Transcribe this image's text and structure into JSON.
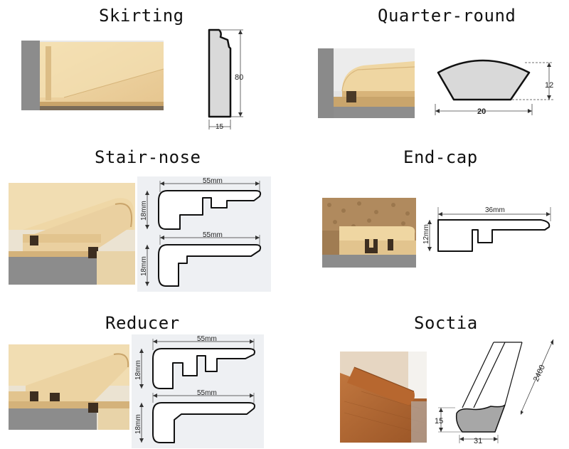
{
  "titles": {
    "skirting": "Skirting",
    "quarter_round": "Quarter-round",
    "stair_nose": "Stair-nose",
    "end_cap": "End-cap",
    "reducer": "Reducer",
    "soctia": "Soctia"
  },
  "dims": {
    "skirting_height": "80",
    "skirting_width": "15",
    "quarter_height": "12",
    "quarter_width": "20",
    "stair_width_top": "55mm",
    "stair_height_top": "18mm",
    "stair_width_bottom": "55mm",
    "stair_height_bottom": "18mm",
    "endcap_width": "36mm",
    "endcap_height": "12mm",
    "reducer_width_top": "55mm",
    "reducer_height_top": "18mm",
    "reducer_width_bottom": "55mm",
    "reducer_height_bottom": "18mm",
    "soctia_length": "2400",
    "soctia_height": "15",
    "soctia_width": "31"
  },
  "colors": {
    "wood_light": "#f0d8a8",
    "wood_mid": "#e2c48e",
    "wood_dark": "#b8894a",
    "wall_gray": "#8a8a8a",
    "profile_fill": "#d9d9d9",
    "diagram_bg": "#eef0f3"
  }
}
